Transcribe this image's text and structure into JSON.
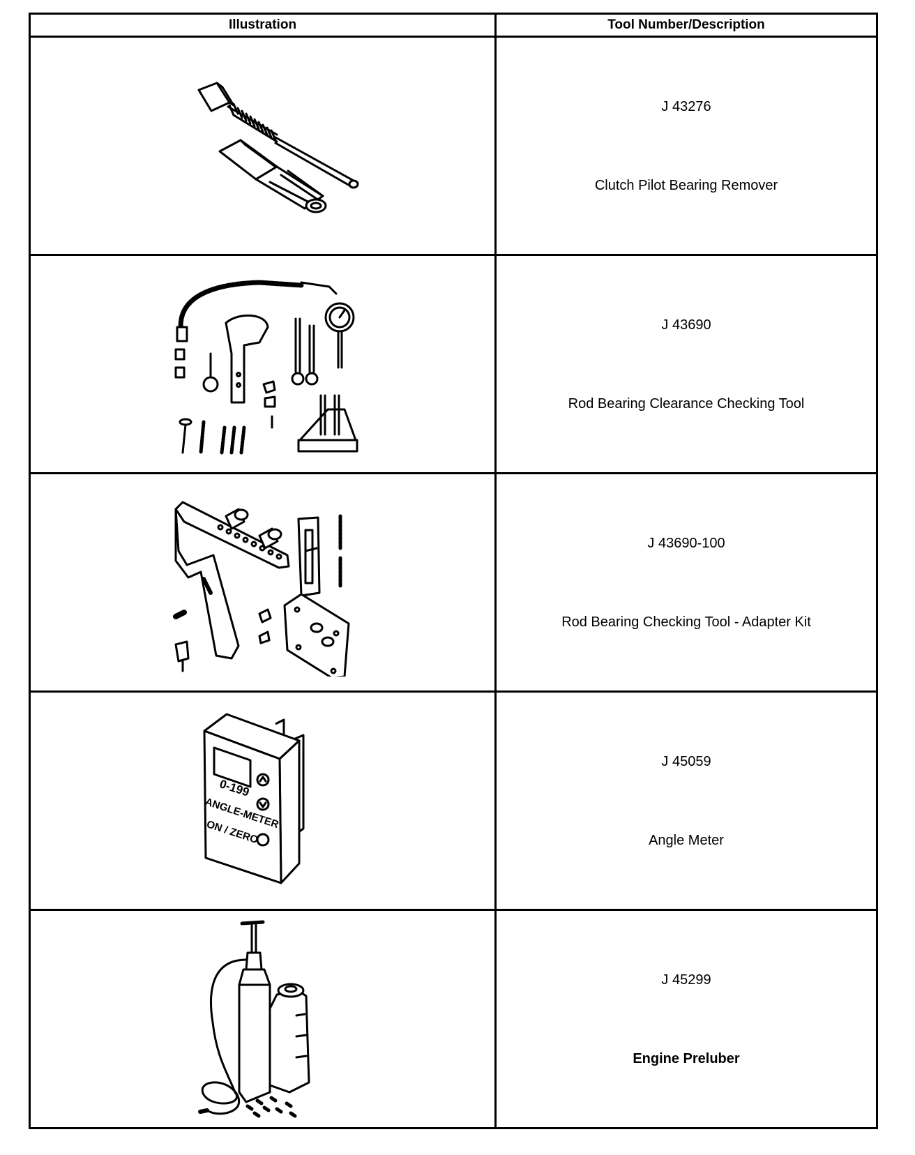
{
  "header": {
    "col_illustration": "Illustration",
    "col_tool": "Tool Number/Description"
  },
  "tools": [
    {
      "number": "J 43276",
      "description": "Clutch Pilot Bearing Remover",
      "icon": "clutch-pilot-bearing-remover-illustration"
    },
    {
      "number": "J 43690",
      "description": "Rod Bearing Clearance Checking Tool",
      "icon": "rod-bearing-clearance-checking-tool-illustration"
    },
    {
      "number": "J 43690-100",
      "description": "Rod Bearing Checking Tool - Adapter Kit",
      "icon": "adapter-kit-illustration"
    },
    {
      "number": "J 45059",
      "description": "Angle Meter",
      "icon": "angle-meter-illustration",
      "device_label": [
        "0-199",
        "ANGLE-METER",
        "ON / ZERO"
      ]
    },
    {
      "number": "J 45299",
      "description": "Engine Preluber",
      "icon": "engine-preluber-illustration"
    }
  ]
}
